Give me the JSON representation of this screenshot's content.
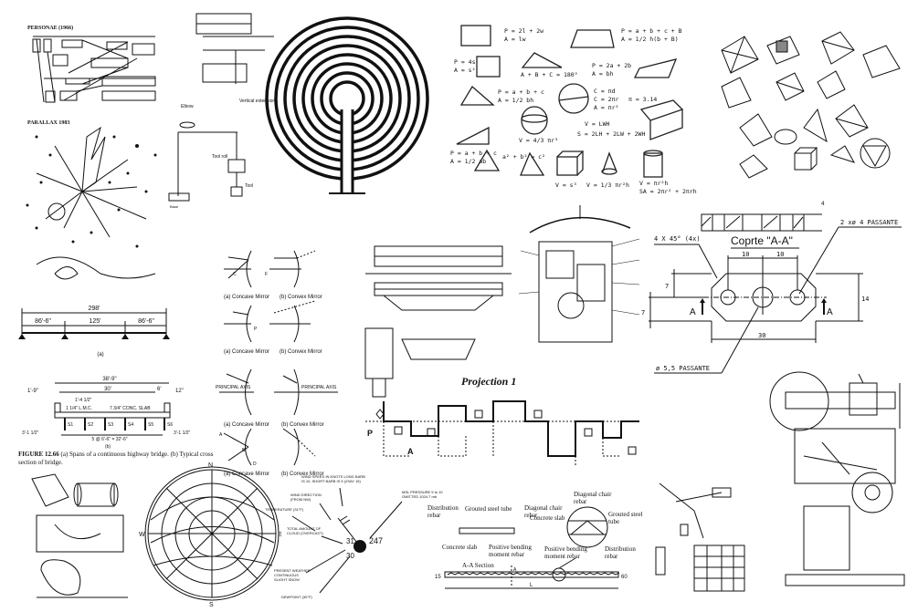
{
  "panels": {
    "personae": {
      "title": "PERSONAE (1966)"
    },
    "parallax": {
      "title": "PARALLAX 1983"
    },
    "bridge": {
      "span_a": {
        "total": "298'",
        "left": "86'-6\"",
        "mid": "125'",
        "right": "86'-6\"",
        "label": "(a)"
      },
      "section_b": {
        "total": "38'-9\"",
        "inner": "30'",
        "side": "6'",
        "left_edge": "1'-9\"",
        "right_edge": "12\"",
        "lmc": "1 1/4\" L.M.C.",
        "slab": "7 3/4\" CONC. SLAB",
        "offset": "1'-4 1/2\"",
        "spacing": "5 @ 6'-6\" = 32'-6\"",
        "overhang_l": "3'-1 1/2\"",
        "overhang_r": "3'-1 1/2\"",
        "girders": [
          "S1",
          "S2",
          "S3",
          "S4",
          "S5",
          "S6"
        ],
        "label": "(b)"
      },
      "caption_bold": "FIGURE 12.66",
      "caption": "(a) Spans of a continuous highway bridge. (b) Typical cross section of bridge."
    },
    "robot": {
      "elbow": "Elbow",
      "vertical": "Vertical extension",
      "tool_roll": "Tool roll",
      "tool": "Tool",
      "base": "Base"
    },
    "mirrors": {
      "concave": "(a) Concave Mirror",
      "convex": "(b) Convex Mirror",
      "axis": "PRINCIPAL AXIS",
      "points": [
        "F",
        "C",
        "P",
        "A",
        "B",
        "D"
      ]
    },
    "geometry": {
      "formulas": [
        "P = 2l + 2w",
        "A = lw",
        "P = a + b + c + B",
        "A = 1/2 h(b + B)",
        "P = 4s",
        "A = s²",
        "A + B + C = 180°",
        "P = 2a + 2b",
        "A = bh",
        "P = a + b + c",
        "A = 1/2 bh",
        "C = πd",
        "C = 2πr",
        "A = πr²",
        "π = 3.14",
        "V = 4/3 πr³",
        "V = LWH",
        "S = 2LH + 2LW + 2WH",
        "P = a + b + c",
        "A = 1/2 ab",
        "a² + b² = c²",
        "V = s³",
        "V = 1/3 πr²h",
        "V = πr²h",
        "SA = 2πr² + 2πrh"
      ]
    },
    "projection": {
      "title": "Projection 1",
      "label_p": "P",
      "label_a": "A"
    },
    "plate": {
      "section": "Coprte \"A-A\"",
      "chamfer": "4 X 45° (4x)",
      "holes": "2 xø 4 PASSANTE",
      "center_hole": "ø 5,5 PASSANTE",
      "dim_10a": "10",
      "dim_10b": "10",
      "dim_30": "30",
      "dim_14": "14",
      "dim_7a": "7",
      "dim_7b": "7",
      "dim_4": "4",
      "cut": "A"
    },
    "sunpath": {
      "n": "N",
      "s": "S",
      "e": "E",
      "w": "W"
    },
    "station": {
      "wind_speed": "WIND SPEED IN KNOTS LONG BARB IS 10, SHORT BARB IS 5 (2SAY 15)",
      "wind_dir": "WIND DIRECTION (FROM NW)",
      "temp": "TEMPERATURE (31°F)",
      "cloud": "TOTAL AMOUNT OF CLOUD (OVERCAST)",
      "weather": "PRESENT WEATHER CONTINUOUS SLIGHT SNOW",
      "dew": "DEWPOINT (30°F)",
      "pressure": "MSL PRESSURE 9 to 10 OMITTED 1024.7 mb",
      "v31": "31",
      "v30": "30",
      "v247": "247"
    },
    "rebar": {
      "distribution": "Distribution rebar",
      "tube": "Grouted steel tube",
      "chair": "Diagonal chair rebar",
      "slab": "Concrete slab",
      "positive": "Positive bending moment rebar",
      "section": "A-A Section",
      "dim_15": "15",
      "dim_60": "60",
      "dim_l": "L",
      "cut": "A"
    }
  }
}
